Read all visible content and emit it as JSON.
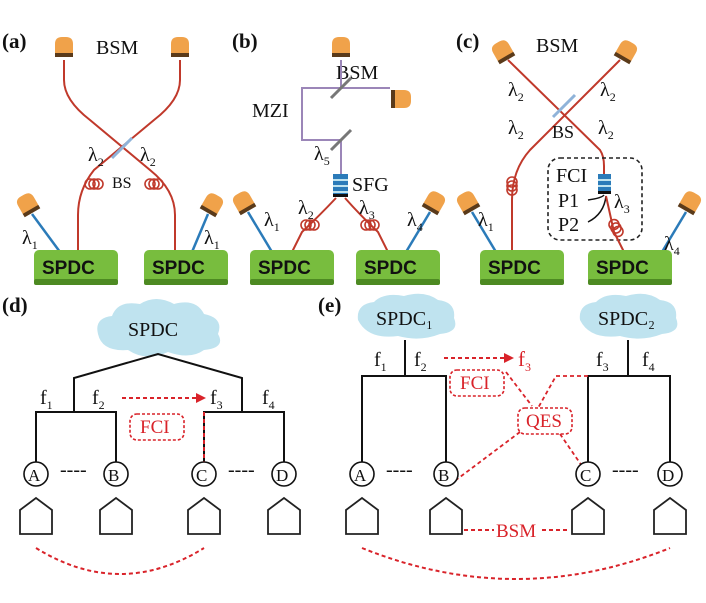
{
  "panels": {
    "a": {
      "label": "(a)",
      "bsm": "BSM",
      "bs": "BS",
      "lambda2": "λ",
      "lambda1": "λ",
      "sub2": "2",
      "sub1": "1",
      "spdc": "SPDC"
    },
    "b": {
      "label": "(b)",
      "bsm": "BSM",
      "mzi": "MZI",
      "sfg": "SFG",
      "lambda5": "λ",
      "sub5": "5",
      "lambda2": "λ",
      "sub2": "2",
      "lambda3": "λ",
      "sub3": "3",
      "lambda1": "λ",
      "sub1": "1",
      "lambda4": "λ",
      "sub4": "4",
      "spdc": "SPDC"
    },
    "c": {
      "label": "(c)",
      "bsm": "BSM",
      "bs": "BS",
      "fci": "FCI",
      "p1": "P1",
      "p2": "P2",
      "lambda2": "λ",
      "sub2": "2",
      "lambda3": "λ",
      "sub3": "3",
      "lambda1": "λ",
      "sub1": "1",
      "lambda4": "λ",
      "sub4": "4",
      "spdc": "SPDC"
    },
    "d": {
      "label": "(d)",
      "source": "SPDC",
      "f1": "f",
      "f2": "f",
      "f3": "f",
      "f4": "f",
      "s1": "1",
      "s2": "2",
      "s3": "3",
      "s4": "4",
      "fci": "FCI",
      "nodes": [
        "A",
        "B",
        "C",
        "D"
      ],
      "dots": "----"
    },
    "e": {
      "label": "(e)",
      "source1": "SPDC₁",
      "source2": "SPDC₂",
      "f1": "f",
      "f2": "f",
      "f3": "f",
      "f3b": "f",
      "f4": "f",
      "s1": "1",
      "s2": "2",
      "s3": "3",
      "s4": "4",
      "fci": "FCI",
      "qes": "QES",
      "bsm": "BSM",
      "nodes": [
        "A",
        "B",
        "C",
        "D"
      ],
      "dots": "----"
    }
  },
  "colors": {
    "fiber": "#c0392b",
    "blue": "#2b7bb9",
    "detector": "#f0a24a",
    "spdc": "#78bd3e",
    "cloud": "#bfe3ef",
    "red": "#d9232a",
    "mzi": "#9b86b8"
  }
}
